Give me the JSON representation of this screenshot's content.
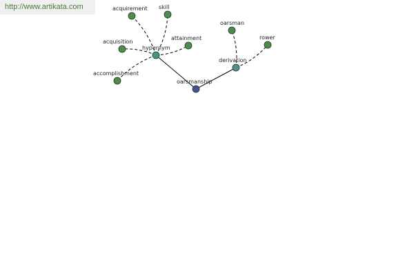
{
  "banner": {
    "url_text": "http://www.artikata.com"
  },
  "colors": {
    "leaf": "#4f8a4f",
    "relation": "#4e9090",
    "root": "#4a4e96",
    "edge": "#000000",
    "banner_text": "#4a7a3a"
  },
  "graph": {
    "nodes": [
      {
        "id": "oarsmanship",
        "label": "oarsmanship",
        "kind": "root"
      },
      {
        "id": "hypernym",
        "label": "hypernym",
        "kind": "relation"
      },
      {
        "id": "derivation",
        "label": "derivation",
        "kind": "relation"
      },
      {
        "id": "acquirement",
        "label": "acquirement",
        "kind": "leaf"
      },
      {
        "id": "skill",
        "label": "skill",
        "kind": "leaf"
      },
      {
        "id": "acquisition",
        "label": "acquisition",
        "kind": "leaf"
      },
      {
        "id": "attainment",
        "label": "attainment",
        "kind": "leaf"
      },
      {
        "id": "accomplishment",
        "label": "accomplishment",
        "kind": "leaf"
      },
      {
        "id": "oarsman",
        "label": "oarsman",
        "kind": "leaf"
      },
      {
        "id": "rower",
        "label": "rower",
        "kind": "leaf"
      }
    ],
    "edges": [
      {
        "from": "oarsmanship",
        "to": "hypernym",
        "style": "solid"
      },
      {
        "from": "oarsmanship",
        "to": "derivation",
        "style": "solid"
      },
      {
        "from": "hypernym",
        "to": "acquirement",
        "style": "dashed"
      },
      {
        "from": "hypernym",
        "to": "skill",
        "style": "dashed"
      },
      {
        "from": "hypernym",
        "to": "acquisition",
        "style": "dashed"
      },
      {
        "from": "hypernym",
        "to": "attainment",
        "style": "dashed"
      },
      {
        "from": "hypernym",
        "to": "accomplishment",
        "style": "dashed"
      },
      {
        "from": "derivation",
        "to": "oarsman",
        "style": "dashed"
      },
      {
        "from": "derivation",
        "to": "rower",
        "style": "dashed"
      }
    ]
  }
}
